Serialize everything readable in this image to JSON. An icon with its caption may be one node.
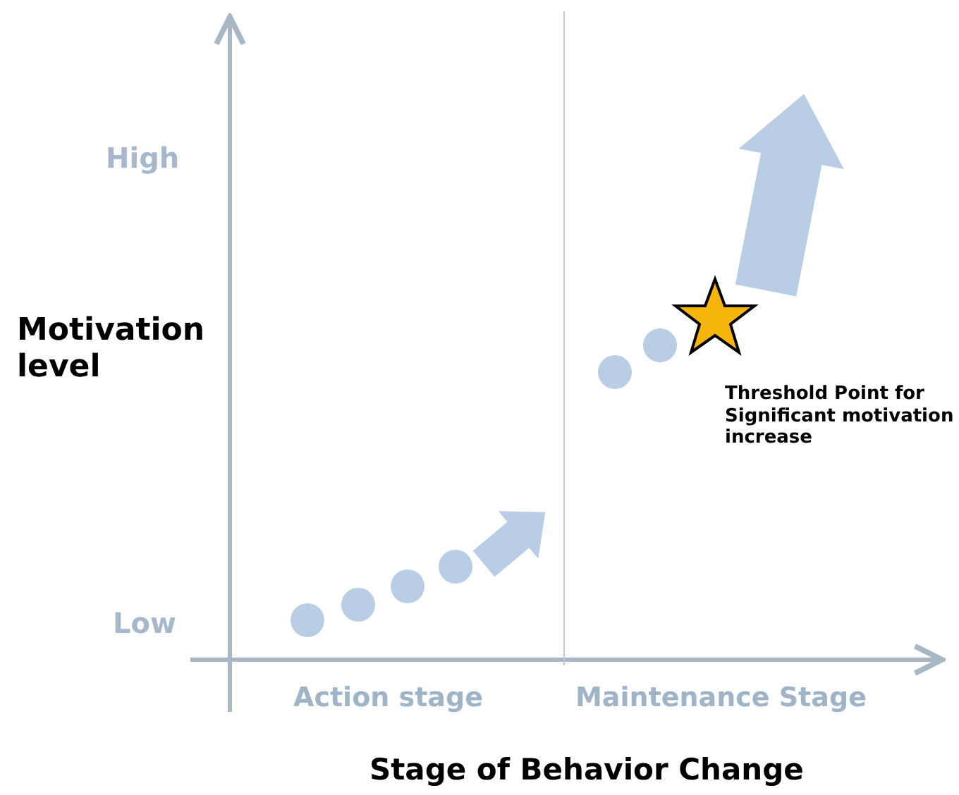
{
  "diagram": {
    "labels": [
      "High",
      "Motivation level",
      "Threshold Point for Significant motivation increase",
      "Low",
      "Action stage",
      "Maintenance Stage",
      "Stage of Behavior Change"
    ]
  }
}
